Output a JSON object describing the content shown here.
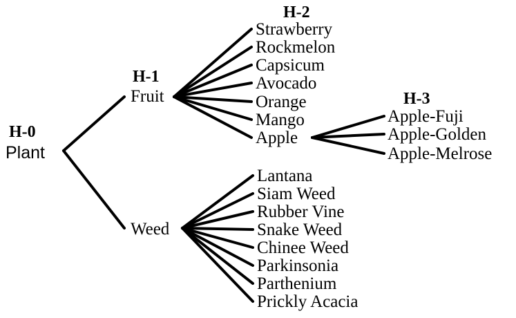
{
  "levels": {
    "h0": {
      "label": "H-0",
      "color": "#33ff33"
    },
    "h1": {
      "label": "H-1",
      "color": "#ffc000"
    },
    "h2": {
      "label": "H-2",
      "color": "#ed7d31"
    },
    "h3": {
      "label": "H-3",
      "color": "#ff0000"
    }
  },
  "tree": {
    "root": "Plant",
    "fruit": {
      "label": "Fruit",
      "children": [
        "Strawberry",
        "Rockmelon",
        "Capsicum",
        "Avocado",
        "Orange",
        "Mango",
        "Apple"
      ]
    },
    "apple_children": [
      "Apple-Fuji",
      "Apple-Golden",
      "Apple-Melrose"
    ],
    "weed": {
      "label": "Weed",
      "children": [
        "Lantana",
        "Siam Weed",
        "Rubber Vine",
        "Snake Weed",
        "Chinee Weed",
        "Parkinsonia",
        "Parthenium",
        "Prickly Acacia"
      ]
    }
  }
}
